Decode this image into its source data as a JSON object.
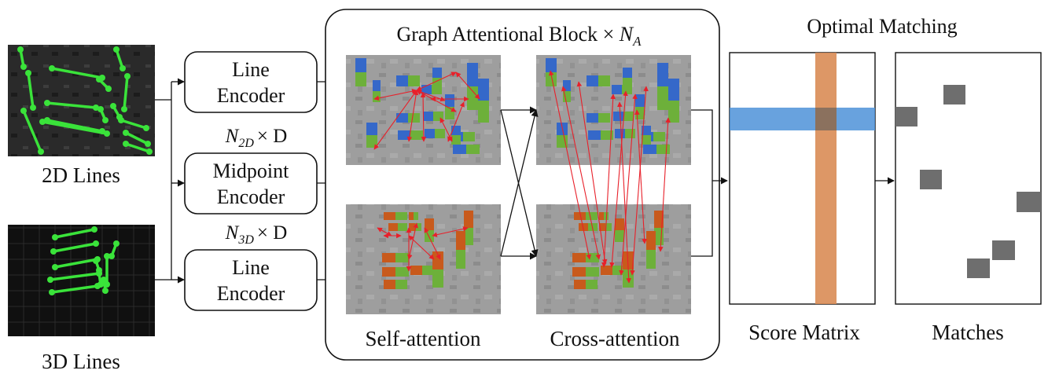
{
  "colors": {
    "line_green": "#3ae33a",
    "block_blue": "#3568c9",
    "block_green": "#6db03a",
    "block_orange": "#c85a1c",
    "attention_red": "#e8202a",
    "score_row_blue": "#4e92d8",
    "score_col_orange": "#d98c55",
    "match_gray": "#6e6e6e",
    "aerial_bg": "#9b9b9b"
  },
  "inputs": {
    "lines_2d_label": "2D Lines",
    "lines_3d_label": "3D Lines"
  },
  "encoders": {
    "top_line1": "Line",
    "top_line2": "Encoder",
    "mid_line1": "Midpoint",
    "mid_line2": "Encoder",
    "bottom_line1": "Line",
    "bottom_line2": "Encoder"
  },
  "dims": {
    "dim_2d_base": "N",
    "dim_2d_sub": "2D",
    "dim_2d_tail": "× D",
    "dim_3d_base": "N",
    "dim_3d_sub": "3D",
    "dim_3d_tail": "× D"
  },
  "gab": {
    "title_text": "Graph Attentional Block × ",
    "title_math_base": "N",
    "title_math_sub": "A",
    "self_attention_label": "Self-attention",
    "cross_attention_label": "Cross-attention"
  },
  "matching": {
    "title": "Optimal Matching",
    "score_matrix_label": "Score Matrix",
    "matches_label": "Matches"
  },
  "icons": {
    "arrow": "arrow-right-icon",
    "attention_arrow": "double-arrow-icon"
  }
}
